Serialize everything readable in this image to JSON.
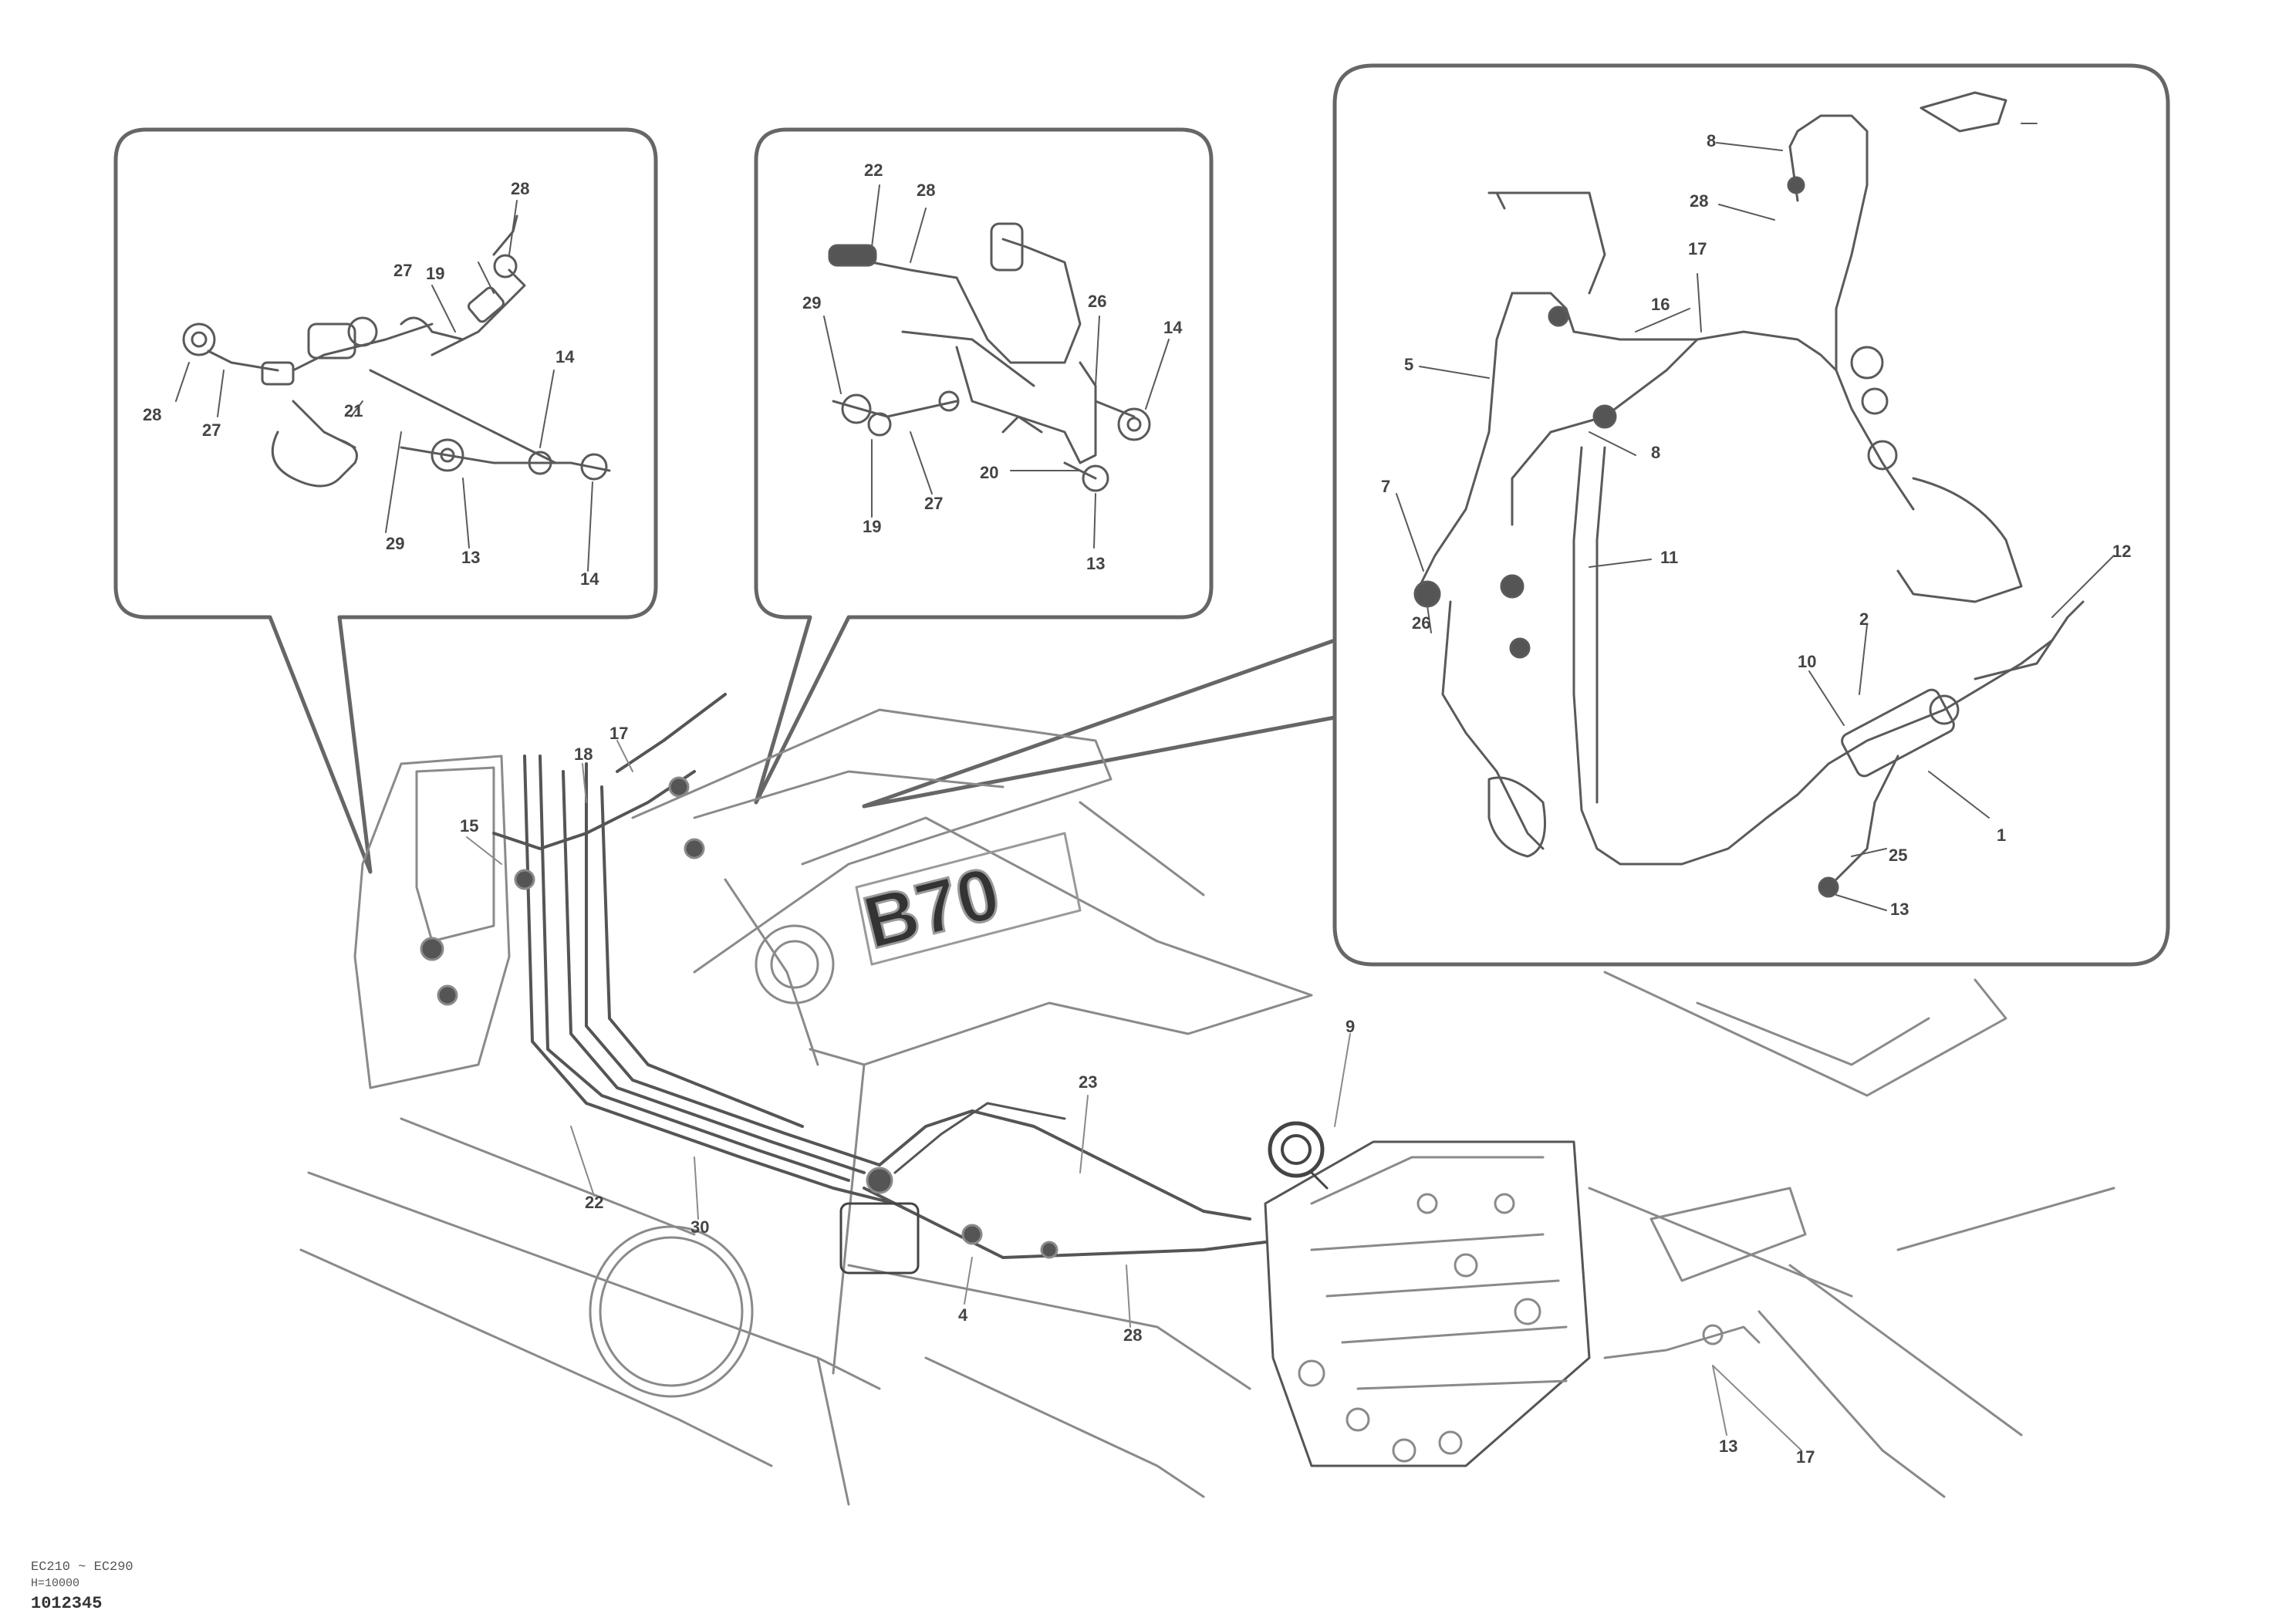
{
  "diagram": {
    "model_label": "B70",
    "callouts": [
      {
        "id": "d1-28",
        "label": "28"
      },
      {
        "id": "d1-19",
        "label": "19"
      },
      {
        "id": "d1-27",
        "label": "27"
      },
      {
        "id": "d1-14a",
        "label": "14"
      },
      {
        "id": "d1-21",
        "label": "21"
      },
      {
        "id": "d1-28b",
        "label": "28"
      },
      {
        "id": "d1-27b",
        "label": "27"
      },
      {
        "id": "d1-29",
        "label": "29"
      },
      {
        "id": "d1-13",
        "label": "13"
      },
      {
        "id": "d1-14b",
        "label": "14"
      },
      {
        "id": "d2-22",
        "label": "22"
      },
      {
        "id": "d2-28",
        "label": "28"
      },
      {
        "id": "d2-29",
        "label": "29"
      },
      {
        "id": "d2-26",
        "label": "26"
      },
      {
        "id": "d2-14",
        "label": "14"
      },
      {
        "id": "d2-27",
        "label": "27"
      },
      {
        "id": "d2-19",
        "label": "19"
      },
      {
        "id": "d2-20",
        "label": "20"
      },
      {
        "id": "d2-13",
        "label": "13"
      },
      {
        "id": "d3-8a",
        "label": "8"
      },
      {
        "id": "d3-28",
        "label": "28"
      },
      {
        "id": "d3-17",
        "label": "17"
      },
      {
        "id": "d3-16",
        "label": "16"
      },
      {
        "id": "d3-5",
        "label": "5"
      },
      {
        "id": "d3-8b",
        "label": "8"
      },
      {
        "id": "d3-11",
        "label": "11"
      },
      {
        "id": "d3-7",
        "label": "7"
      },
      {
        "id": "d3-26",
        "label": "26"
      },
      {
        "id": "d3-10",
        "label": "10"
      },
      {
        "id": "d3-2",
        "label": "2"
      },
      {
        "id": "d3-12",
        "label": "12"
      },
      {
        "id": "d3-1",
        "label": "1"
      },
      {
        "id": "d3-25",
        "label": "25"
      },
      {
        "id": "d3-13",
        "label": "13"
      },
      {
        "id": "m-15",
        "label": "15"
      },
      {
        "id": "m-18",
        "label": "18"
      },
      {
        "id": "m-17",
        "label": "17"
      },
      {
        "id": "m-23",
        "label": "23"
      },
      {
        "id": "m-9",
        "label": "9"
      },
      {
        "id": "m-22",
        "label": "22"
      },
      {
        "id": "m-30",
        "label": "30"
      },
      {
        "id": "m-4",
        "label": "4"
      },
      {
        "id": "m-28",
        "label": "28"
      },
      {
        "id": "m-17b",
        "label": "17"
      },
      {
        "id": "m-13",
        "label": "13"
      }
    ]
  },
  "footer": {
    "line1": "EC210 ~ EC290",
    "line2": "H=10000",
    "code": "1012345"
  }
}
